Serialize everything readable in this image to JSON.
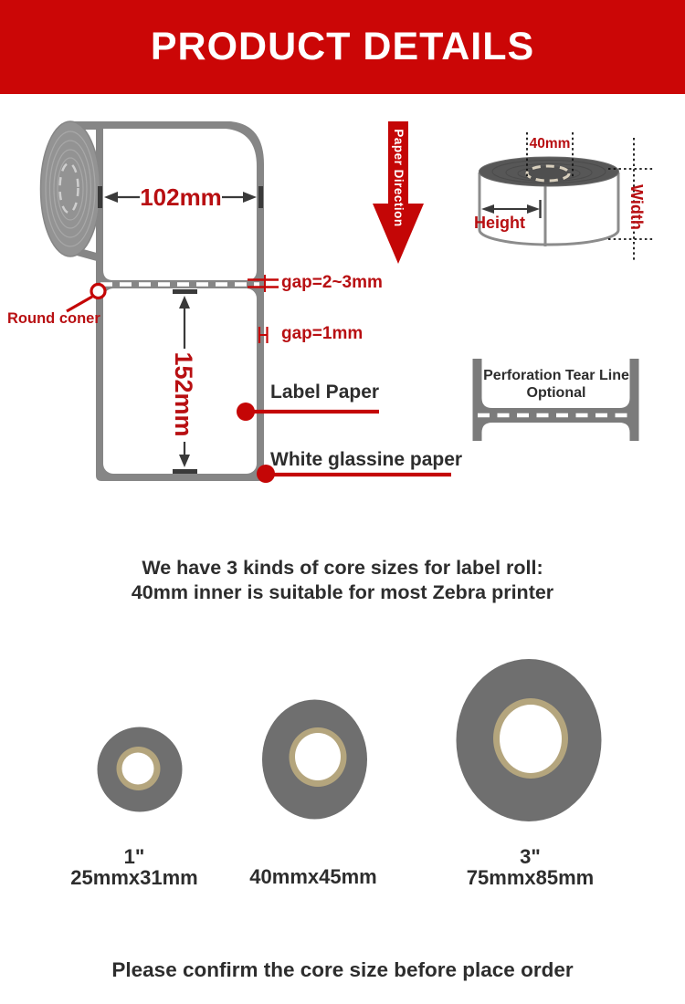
{
  "colors": {
    "banner": "#cb0606",
    "redText": "#b80f12",
    "redShape": "#c40606",
    "ink": "#2d2d2d",
    "stripGray": "#868686",
    "rollGray": "#939393",
    "cylGray": "#575757",
    "perfGray": "#7b7b7b",
    "donutGray": "#6f6f6f",
    "coreTan": "#b4a57d",
    "dimLine": "#3a3a3a"
  },
  "header": {
    "title": "PRODUCT DETAILS"
  },
  "roll_diagram": {
    "width_dim": "102mm",
    "height_dim": "152mm",
    "gap_between_labels": "gap=2~3mm",
    "gap_inner": "gap=1mm",
    "round_corner": "Round coner",
    "label_paper": "Label Paper",
    "glassine": "White glassine paper",
    "paper_direction": "Paper Direction"
  },
  "core_diagram": {
    "core_dim": "40mm",
    "height_label": "Height",
    "width_label": "Width"
  },
  "perforation": {
    "line1": "Perforation Tear Line",
    "line2": "Optional"
  },
  "core_note": {
    "line1": "We have 3 kinds of core sizes for label roll:",
    "line2": "40mm inner is suitable for most Zebra printer"
  },
  "core_sizes": [
    {
      "inch": "1\"",
      "dims": "25mmx31mm"
    },
    {
      "dims": "40mmx45mm"
    },
    {
      "inch": "3\"",
      "dims": "75mmx85mm"
    }
  ],
  "footer": {
    "note": "Please confirm the core size before place order"
  }
}
